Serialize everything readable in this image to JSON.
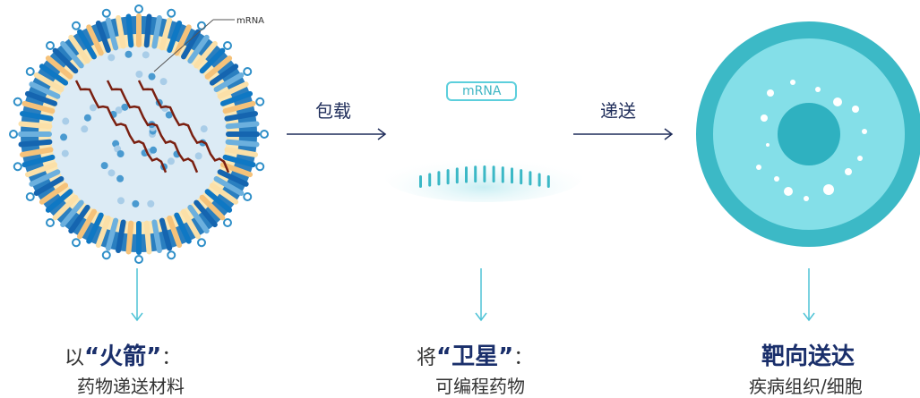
{
  "lnp": {
    "label": "mRNA"
  },
  "arrows": {
    "encapsulate": "包载",
    "deliver": "递送"
  },
  "mrna_tag": "mRNA",
  "captions": [
    {
      "prefix": "以",
      "highlight": "“火箭”",
      "suffix": "：",
      "sub": "药物递送材料"
    },
    {
      "prefix": "将",
      "highlight": "“卫星”",
      "suffix": "：",
      "sub": "可编程药物"
    },
    {
      "prefix": "",
      "highlight": "靶向送达",
      "suffix": "",
      "sub": "疾病组织/细胞"
    }
  ],
  "colors": {
    "navy": "#1f2d5a",
    "teal": "#4fc3d6",
    "cell_outer": "#3cb9c6",
    "cell_inner": "#84dfe8",
    "nucleus": "#2fb1c0"
  }
}
